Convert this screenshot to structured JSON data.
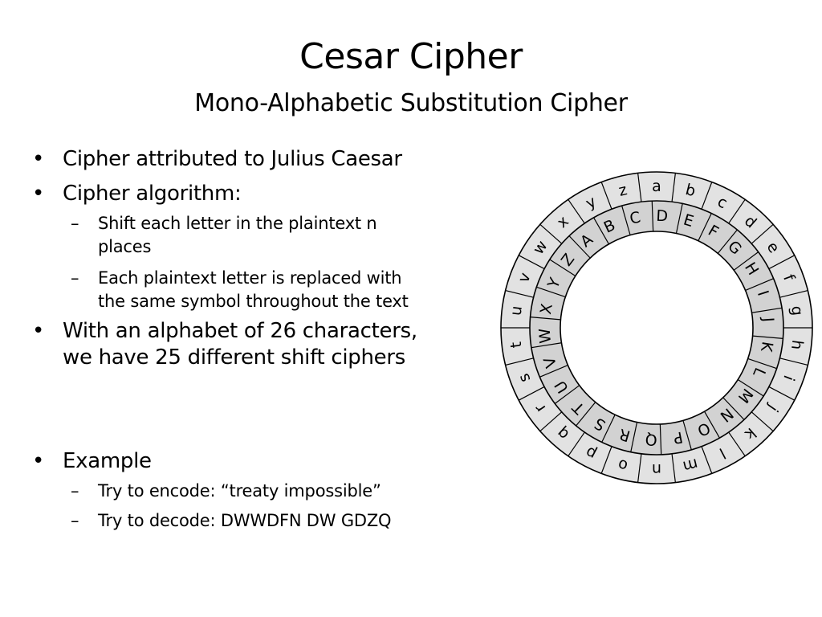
{
  "slide": {
    "title": "Cesar Cipher",
    "subtitle": "Mono-Alphabetic Substitution Cipher",
    "bullet_marker": "•",
    "dash_marker": "–"
  },
  "bullets": {
    "b1": "Cipher attributed to Julius Caesar",
    "b2": "Cipher algorithm:",
    "b2_sub1_line1": "Shift each letter in the plaintext n",
    "b2_sub1_line2": "places",
    "b2_sub2_line1": "Each plaintext letter is replaced with",
    "b2_sub2_line2": "the same symbol throughout the text",
    "b3_line1": "With an alphabet of 26 characters,",
    "b3_line2": "we have 25 different shift ciphers",
    "b4": "Example",
    "b4_sub1": "Try to encode: “treaty impossible”",
    "b4_sub2": "Try to decode:  DWWDFN DW GDZQ"
  },
  "wheel": {
    "outer_letters": [
      "a",
      "b",
      "c",
      "d",
      "e",
      "f",
      "g",
      "h",
      "i",
      "j",
      "k",
      "l",
      "m",
      "n",
      "o",
      "p",
      "q",
      "r",
      "s",
      "t",
      "u",
      "v",
      "w",
      "x",
      "y",
      "z"
    ],
    "inner_letters": [
      "D",
      "E",
      "F",
      "G",
      "H",
      "I",
      "J",
      "K",
      "L",
      "M",
      "N",
      "O",
      "P",
      "Q",
      "R",
      "S",
      "T",
      "U",
      "V",
      "W",
      "X",
      "Y",
      "Z",
      "A",
      "B",
      "C"
    ],
    "outer_fill": "#e2e2e2",
    "inner_fill": "#d2d2d2",
    "line_color": "#000000"
  }
}
